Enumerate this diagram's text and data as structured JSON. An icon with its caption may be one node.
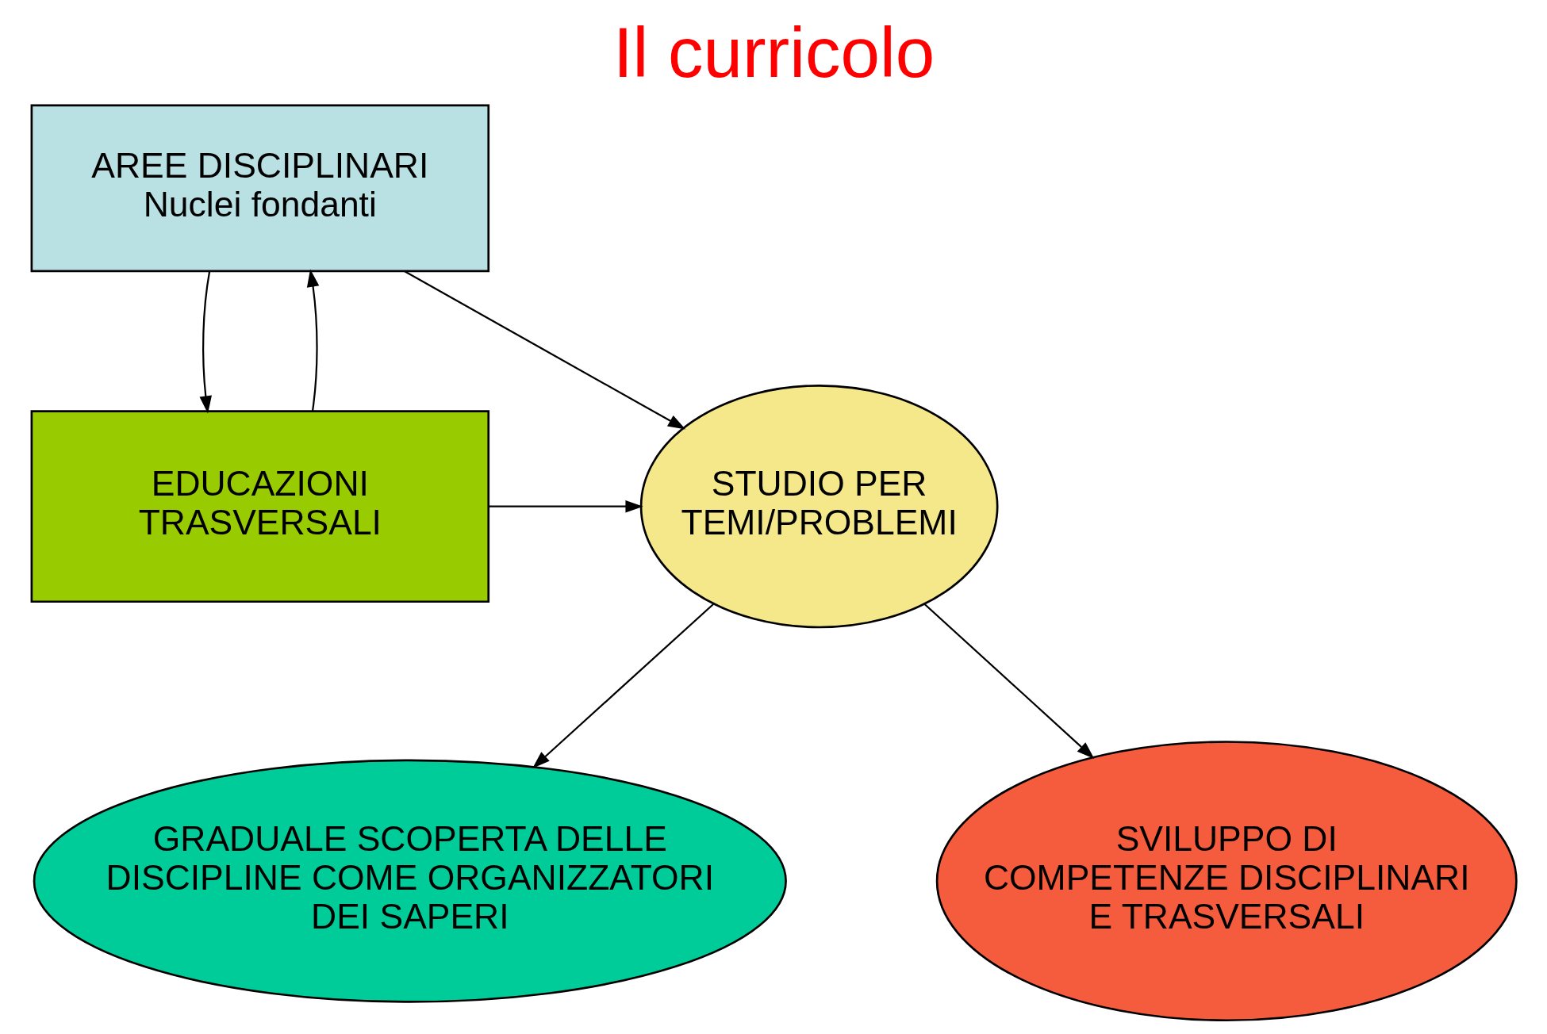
{
  "diagram": {
    "title": "Il curricolo",
    "nodes": [
      {
        "text": [
          "AREE DISCIPLINARI",
          "Nuclei fondanti"
        ]
      },
      {
        "text": [
          "EDUCAZIONI TRASVERSALI"
        ]
      },
      {
        "text": [
          "STUDIO PER TEMI/PROBLEMI"
        ]
      },
      {
        "text": [
          "GRADUALE SCOPERTA DELLE DISCIPLINE COME ORGANIZZATORI DEI SAPERI"
        ]
      },
      {
        "text": [
          "SVILUPPO DI COMPETENZE DISCIPLINARI E TRASVERSALI"
        ]
      }
    ],
    "edges": [
      {
        "from": 0,
        "to": 1,
        "arrow": "to"
      },
      {
        "from": 1,
        "to": 0,
        "arrow": "to"
      },
      {
        "from": 0,
        "to": 2,
        "arrow": "to"
      },
      {
        "from": 1,
        "to": 2,
        "arrow": "to"
      },
      {
        "from": 2,
        "to": 3,
        "arrow": "to"
      },
      {
        "from": 2,
        "to": 4,
        "arrow": "to"
      }
    ]
  }
}
